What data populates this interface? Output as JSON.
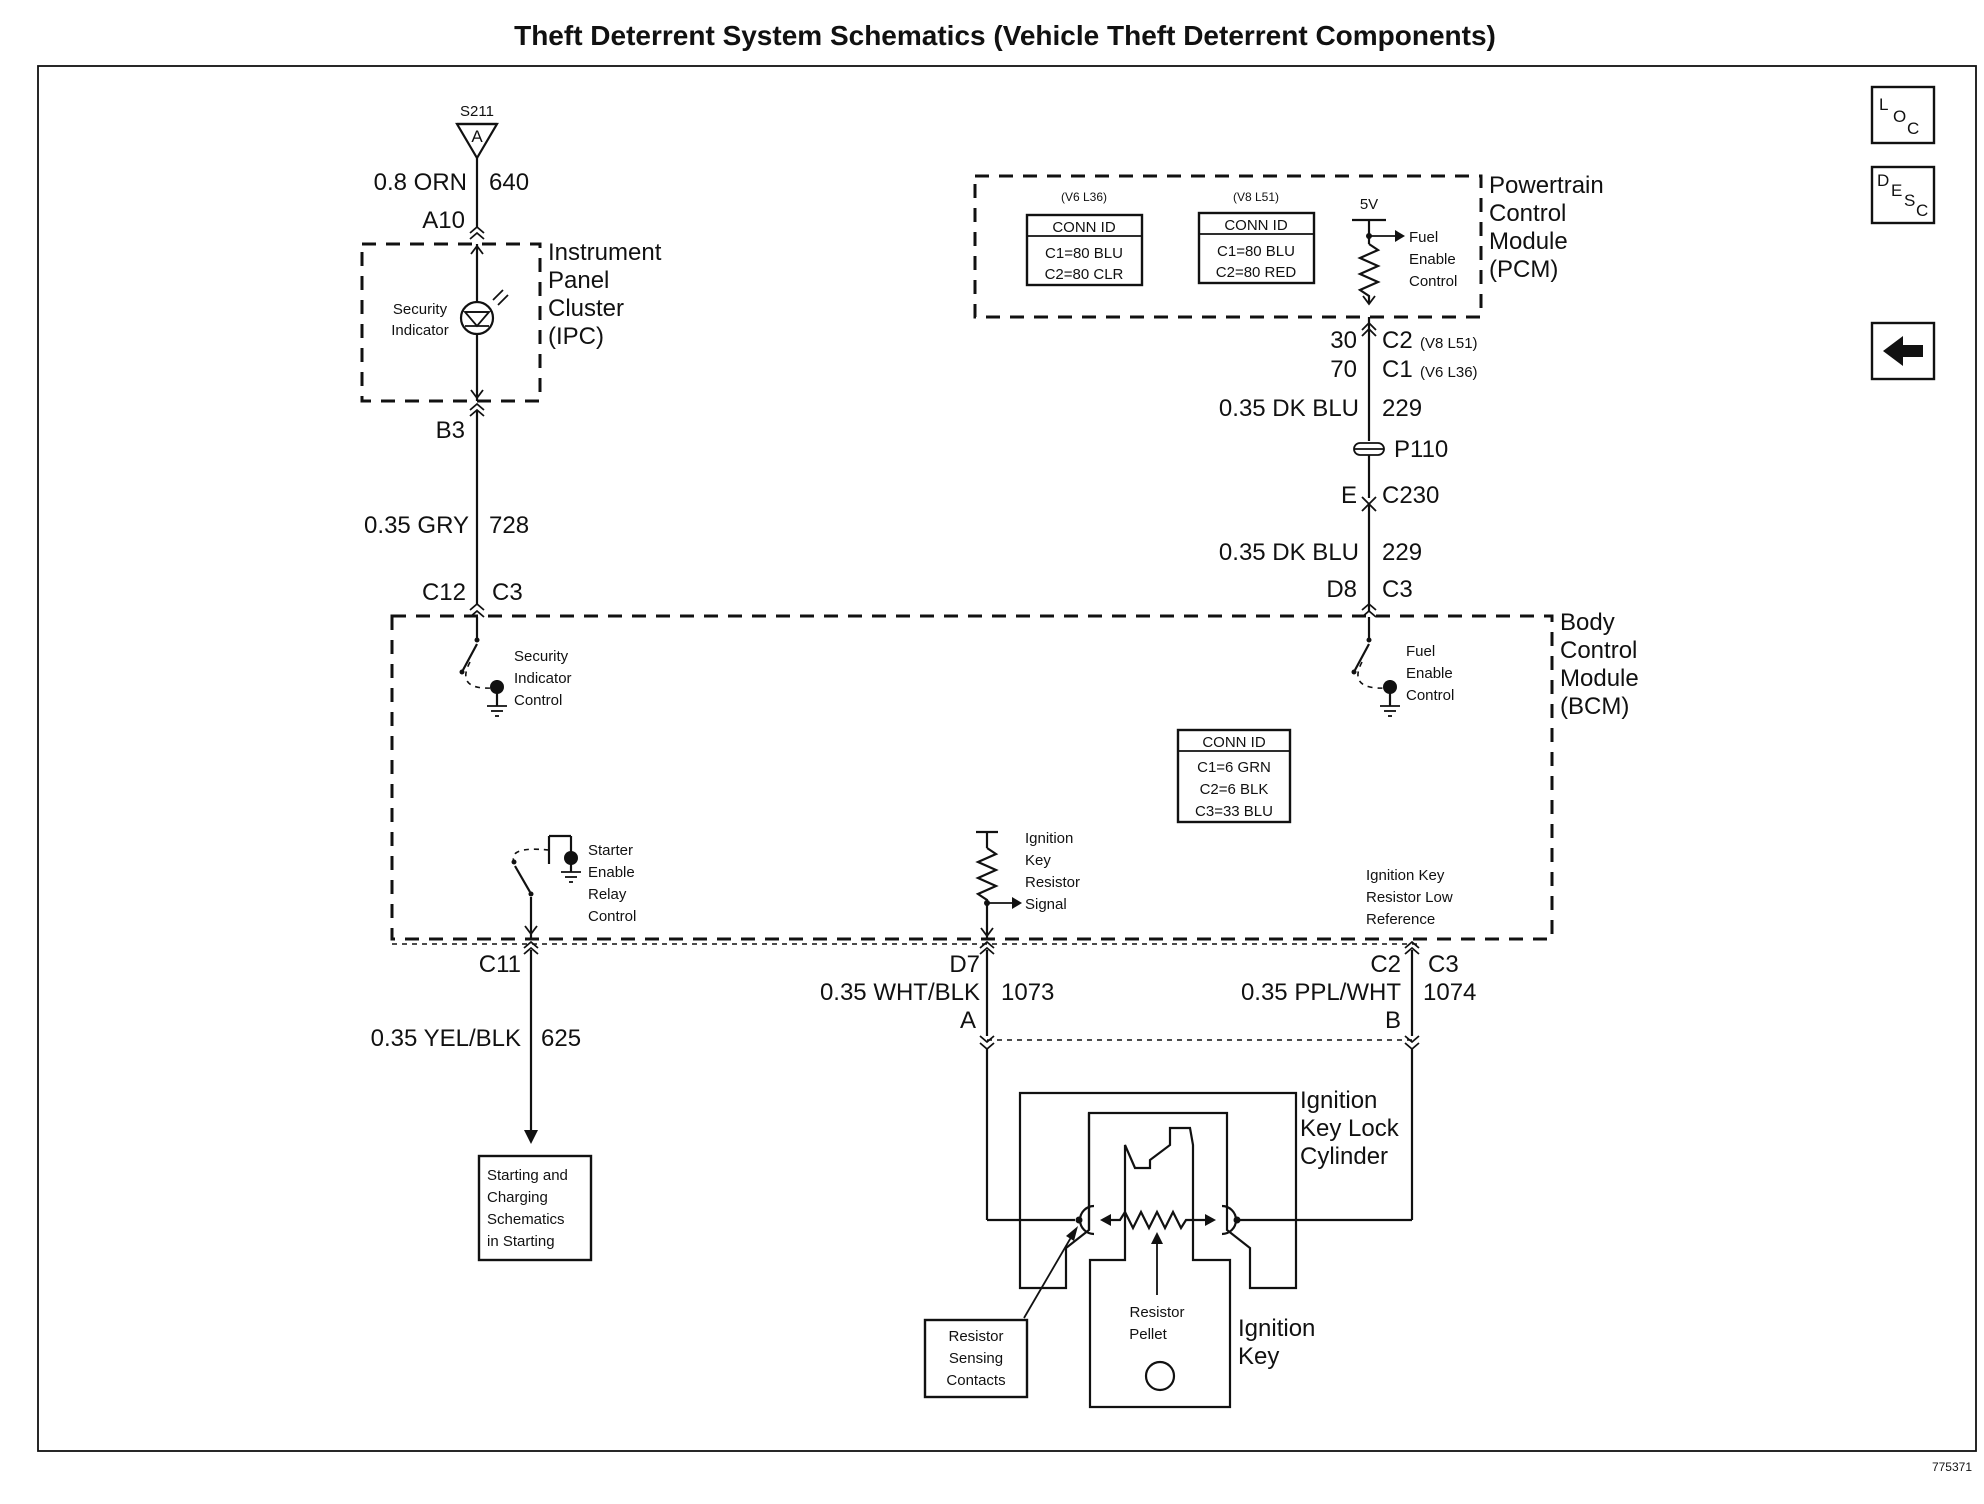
{
  "title": "Theft Deterrent System Schematics (Vehicle Theft Deterrent Components)",
  "figure_number": "775371",
  "nav": {
    "loc": [
      "L",
      "O",
      "C"
    ],
    "desc": [
      "D",
      "E",
      "S",
      "C"
    ],
    "back_icon": "left-arrow-icon"
  },
  "splice": {
    "id": "S211",
    "letter": "A"
  },
  "ipc": {
    "name": [
      "Instrument",
      "Panel",
      "Cluster",
      "(IPC)"
    ],
    "indicator": [
      "Security",
      "Indicator"
    ],
    "pin_top": "A10",
    "pin_bottom": "B3"
  },
  "pcm": {
    "name": [
      "Powertrain",
      "Control",
      "Module",
      "(PCM)"
    ],
    "conn_v6": {
      "variant": "(V6 L36)",
      "header": "CONN ID",
      "lines": [
        "C1=80 BLU",
        "C2=80 CLR"
      ]
    },
    "conn_v8": {
      "variant": "(V8 L51)",
      "header": "CONN ID",
      "lines": [
        "C1=80 BLU",
        "C2=80 RED"
      ]
    },
    "voltage": "5V",
    "fuel_enable": [
      "Fuel",
      "Enable",
      "Control"
    ],
    "pin_v8": "30",
    "conn_v8_id": "C2",
    "conn_v8_note": "(V8 L51)",
    "pin_v6": "70",
    "conn_v6_id": "C1",
    "conn_v6_note": "(V6 L36)"
  },
  "bcm": {
    "name": [
      "Body",
      "Control",
      "Module",
      "(BCM)"
    ],
    "conn_id": {
      "header": "CONN ID",
      "lines": [
        "C1=6 GRN",
        "C2=6 BLK",
        "C3=33 BLU"
      ]
    },
    "security_control": [
      "Security",
      "Indicator",
      "Control"
    ],
    "fuel_control": [
      "Fuel",
      "Enable",
      "Control"
    ],
    "starter_control": [
      "Starter",
      "Enable",
      "Relay",
      "Control"
    ],
    "key_signal": [
      "Ignition",
      "Key",
      "Resistor",
      "Signal"
    ],
    "key_low_ref": [
      "Ignition Key",
      "Resistor Low",
      "Reference"
    ],
    "pin_sec": "C12",
    "conn_sec": "C3",
    "pin_fuel": "D8",
    "conn_fuel": "C3",
    "pin_starter": "C11",
    "pin_key_sig": "D7",
    "pin_key_ref": "C2",
    "conn_key_ref": "C3"
  },
  "wires": {
    "w640": {
      "gauge": "0.8 ORN",
      "circuit": "640"
    },
    "w728": {
      "gauge": "0.35 GRY",
      "circuit": "728"
    },
    "w229_top": {
      "gauge": "0.35 DK BLU",
      "circuit": "229"
    },
    "w229_bot": {
      "gauge": "0.35 DK BLU",
      "circuit": "229"
    },
    "w625": {
      "gauge": "0.35 YEL/BLK",
      "circuit": "625"
    },
    "w1073": {
      "gauge": "0.35 WHT/BLK",
      "circuit": "1073"
    },
    "w1074": {
      "gauge": "0.35 PPL/WHT",
      "circuit": "1074"
    }
  },
  "inline": {
    "splice_pack": "P110",
    "c230_pin": "E",
    "c230_id": "C230",
    "lock_pin_a": "A",
    "lock_pin_b": "B"
  },
  "lock_cylinder": {
    "name": [
      "Ignition",
      "Key Lock",
      "Cylinder"
    ],
    "key_name": [
      "Ignition",
      "Key"
    ],
    "pellet": [
      "Resistor",
      "Pellet"
    ],
    "contacts": [
      "Resistor",
      "Sensing",
      "Contacts"
    ]
  },
  "reference_box": [
    "Starting and",
    "Charging",
    "Schematics",
    "in Starting"
  ]
}
